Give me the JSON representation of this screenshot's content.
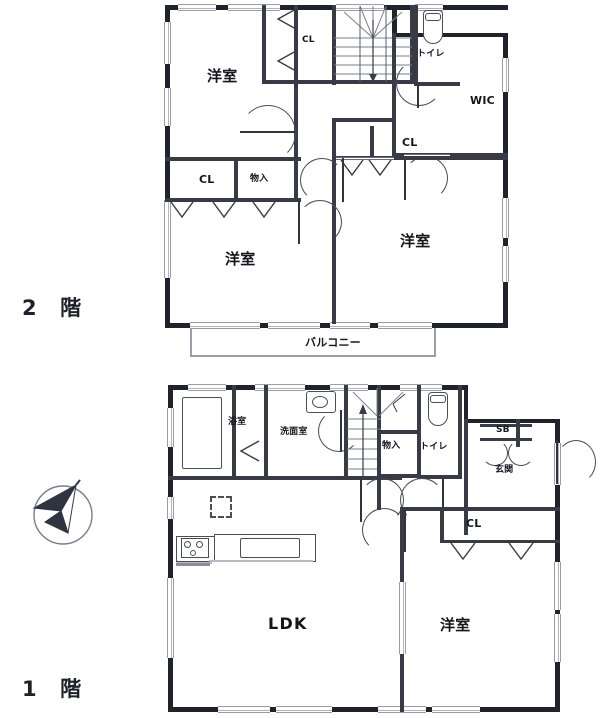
{
  "document": {
    "type": "residential-floor-plan",
    "floors": [
      {
        "number": "2",
        "label": "2　階",
        "suffix": "階"
      },
      {
        "number": "1",
        "label": "1　階",
        "suffix": "階"
      }
    ]
  },
  "floor2": {
    "name": "2階",
    "rooms": [
      {
        "id": "bed-nw",
        "label": "洋室",
        "meaning": "Western-style room"
      },
      {
        "id": "bed-sw",
        "label": "洋室",
        "meaning": "Western-style room"
      },
      {
        "id": "bed-se",
        "label": "洋室",
        "meaning": "Western-style room"
      },
      {
        "id": "wic",
        "label": "WIC",
        "meaning": "Walk-in closet"
      },
      {
        "id": "toilet2",
        "label": "トイレ",
        "meaning": "Toilet"
      },
      {
        "id": "balcony",
        "label": "バルコニー",
        "meaning": "Balcony"
      }
    ],
    "closets": [
      {
        "id": "cl-top",
        "label": "CL"
      },
      {
        "id": "cl-left",
        "label": "CL"
      },
      {
        "id": "cl-center",
        "label": "CL"
      },
      {
        "id": "storage",
        "label": "物入",
        "meaning": "Storage"
      }
    ],
    "stairs": {
      "label": "",
      "direction": "down"
    }
  },
  "floor1": {
    "name": "1階",
    "rooms": [
      {
        "id": "ldk",
        "label": "LDK",
        "meaning": "Living Dining Kitchen"
      },
      {
        "id": "bed-1f",
        "label": "洋室",
        "meaning": "Western-style room"
      },
      {
        "id": "bath",
        "label": "浴室",
        "meaning": "Bathroom"
      },
      {
        "id": "washroom",
        "label": "洗面室",
        "meaning": "Wash / vanity room"
      },
      {
        "id": "toilet1",
        "label": "トイレ",
        "meaning": "Toilet"
      },
      {
        "id": "genkan",
        "label": "玄関",
        "meaning": "Entrance hall"
      }
    ],
    "closets": [
      {
        "id": "storage1",
        "label": "物入",
        "meaning": "Storage"
      },
      {
        "id": "sb",
        "label": "SB",
        "meaning": "Shoe box"
      },
      {
        "id": "cl-1f",
        "label": "CL",
        "meaning": "Closet"
      }
    ],
    "fixtures": [
      {
        "id": "bathtub",
        "label": ""
      },
      {
        "id": "vanity",
        "label": ""
      },
      {
        "id": "toilet-bowl",
        "label": ""
      },
      {
        "id": "stove",
        "label": ""
      },
      {
        "id": "sink",
        "label": ""
      },
      {
        "id": "pillar",
        "label": ""
      }
    ],
    "stairs": {
      "label": "",
      "direction": "up"
    }
  },
  "compass": {
    "name": "north-arrow",
    "points_to": "N"
  },
  "colors": {
    "wall": "#22222c",
    "thin_wall": "#3a3a46",
    "hairline": "#b9b9c4",
    "text": "#15151d",
    "paper": "#ffffff"
  }
}
